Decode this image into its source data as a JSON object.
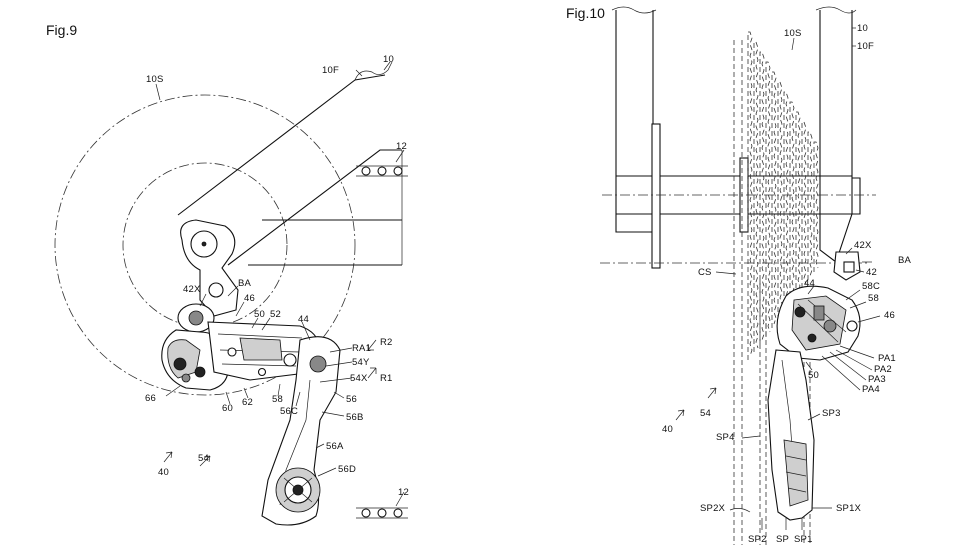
{
  "fig9": {
    "title": "Fig.9",
    "labels": {
      "l10S": "10S",
      "l10F": "10F",
      "l10": "10",
      "l12a": "12",
      "l12b": "12",
      "lBA": "BA",
      "l42X": "42X",
      "l46": "46",
      "l50": "50",
      "l52": "52",
      "l44": "44",
      "lRA1": "RA1",
      "lR2": "R2",
      "l54Y": "54Y",
      "l54X": "54X",
      "lR1": "R1",
      "l66": "66",
      "l60": "60",
      "l62": "62",
      "l58": "58",
      "l56C": "56C",
      "l56": "56",
      "l56B": "56B",
      "l56A": "56A",
      "l56D": "56D",
      "l40": "40",
      "l54": "54"
    }
  },
  "fig10": {
    "title": "Fig.10",
    "labels": {
      "l10S": "10S",
      "l10": "10",
      "l10F": "10F",
      "l42X": "42X",
      "lBA": "BA",
      "l42": "42",
      "lCS": "CS",
      "l44": "44",
      "l58C": "58C",
      "l58": "58",
      "l46": "46",
      "lPA1": "PA1",
      "lPA2": "PA2",
      "lPA3": "PA3",
      "lPA4": "PA4",
      "l50": "50",
      "l40": "40",
      "l54": "54",
      "lSP3": "SP3",
      "lSP4": "SP4",
      "lSP2X": "SP2X",
      "lSP1X": "SP1X",
      "lSP2": "SP2",
      "lSP": "SP",
      "lSP1": "SP1"
    }
  }
}
